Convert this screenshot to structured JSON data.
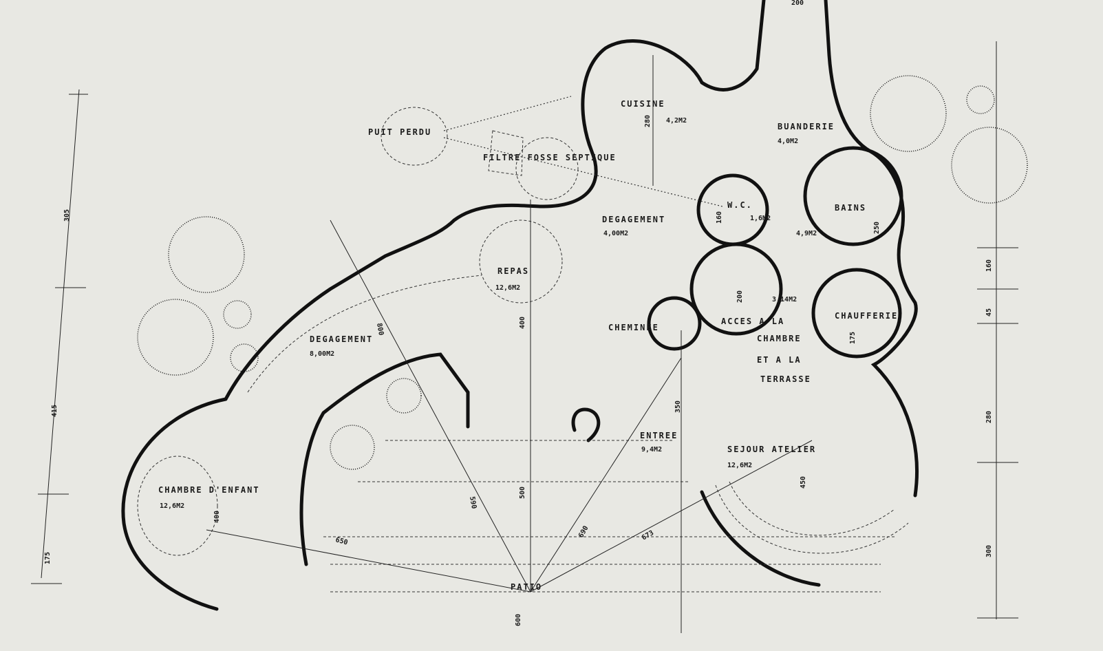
{
  "rooms": {
    "puit_perdu": "PUIT PERDU",
    "fosse": "FILTRE FOSSE SEPTIQUE",
    "cuisine": {
      "name": "CUISINE",
      "area": "4,2M2",
      "dim": "280"
    },
    "buanderie": {
      "name": "BUANDERIE",
      "area": "4,0M2"
    },
    "wc": {
      "name": "W.C.",
      "area": "1,6M2",
      "dim": "160"
    },
    "bains": {
      "name": "BAINS",
      "area": "4,9M2",
      "dim": "250"
    },
    "degagement1": {
      "name": "DEGAGEMENT",
      "area": "4,00M2"
    },
    "repas": {
      "name": "REPAS",
      "area": "12,6M2",
      "dim": "400"
    },
    "cheminee": {
      "name": "CHEMINEE"
    },
    "acces": {
      "line1": "ACCES A LA",
      "line2": "CHAMBRE",
      "line3": "ET A LA",
      "line4": "TERRASSE",
      "area": "3,14M2",
      "dim": "200"
    },
    "chaufferie": {
      "name": "CHAUFFERIE",
      "dim": "175"
    },
    "degagement2": {
      "name": "DEGAGEMENT",
      "area": "8,00M2",
      "dim": "800"
    },
    "chambre": {
      "name": "CHAMBRE D'ENFANT",
      "area": "12,6M2",
      "dim": "400"
    },
    "entree": {
      "name": "ENTREE",
      "area": "9,4M2",
      "dim": "350"
    },
    "sejour": {
      "name": "SEJOUR ATELIER",
      "area": "12,6M2",
      "dim": "450"
    },
    "patio": {
      "name": "PATIO",
      "dim": "600"
    }
  },
  "radial_dims": [
    "650",
    "590",
    "500",
    "690",
    "673"
  ],
  "left_dims": [
    "305",
    "415",
    "175"
  ],
  "right_dims": [
    "160",
    "45",
    "280",
    "300"
  ],
  "top_dim": "200"
}
